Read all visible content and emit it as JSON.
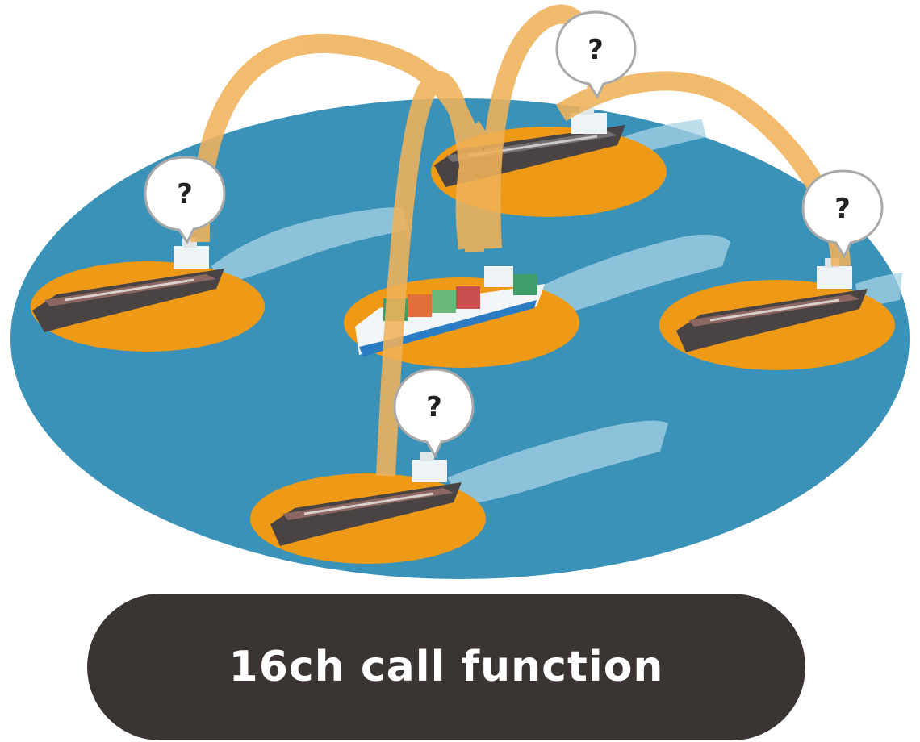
{
  "caption": {
    "label": "16ch call function"
  },
  "bubbles": {
    "question_mark": "?"
  },
  "colors": {
    "sea": "#3b92b8",
    "signal_arc": "#f0b25a",
    "signal_zone": "#ee9a17",
    "wake": "#a9d3e6",
    "tanker_hull": "#4a4343",
    "tanker_deck": "#8c6762",
    "container_hull": "#f2f6f8",
    "pill": "#3a3433"
  },
  "ships": [
    {
      "id": "tanker-left",
      "type": "tanker"
    },
    {
      "id": "tanker-top",
      "type": "tanker"
    },
    {
      "id": "container-ship-center",
      "type": "container-ship"
    },
    {
      "id": "tanker-right",
      "type": "tanker"
    },
    {
      "id": "tanker-bottom",
      "type": "tanker"
    }
  ]
}
